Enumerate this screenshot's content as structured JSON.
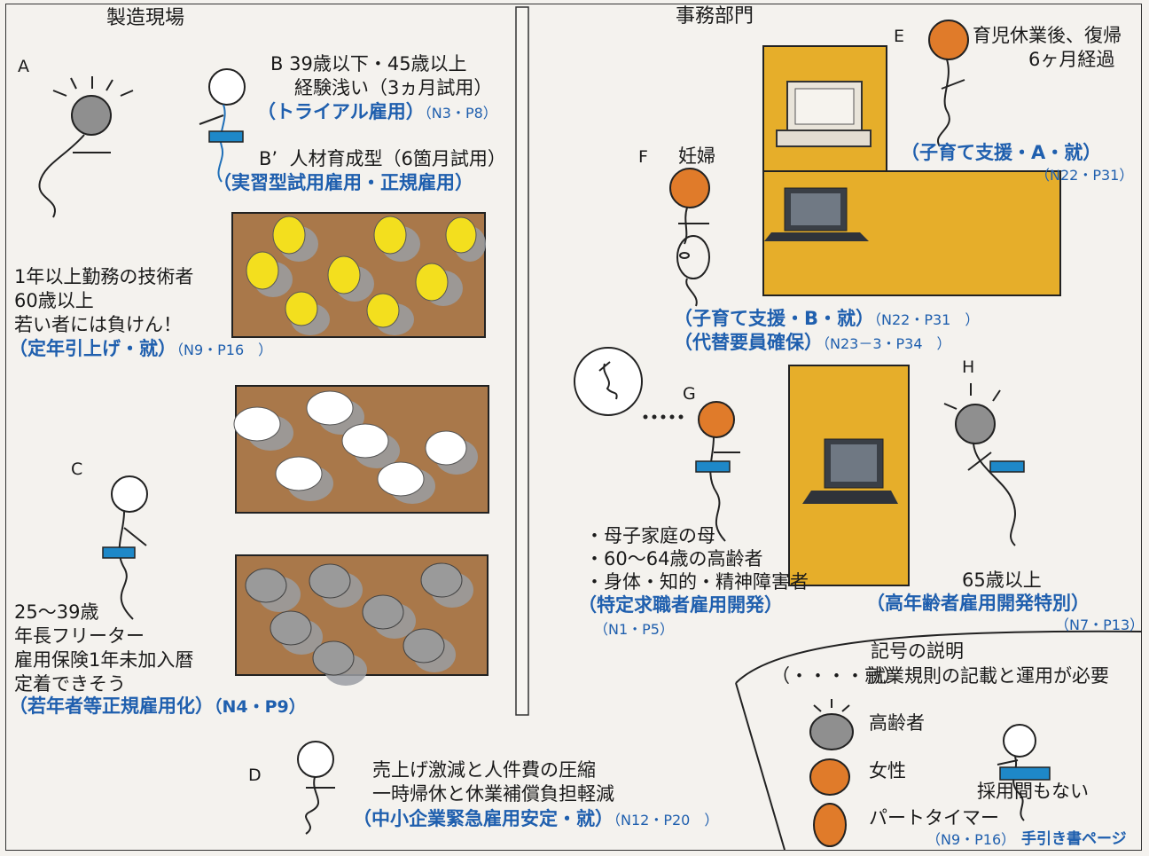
{
  "sections": {
    "factory": "製造現場",
    "office": "事務部門"
  },
  "colors": {
    "elderly": "#8a8a8a",
    "female": "#e07b2a",
    "badge": "#1e88c8",
    "desk": "#e6ae2a",
    "field": "#a9784a",
    "text_blue": "#1f5fae"
  },
  "persons": {
    "A": {
      "letter": "A"
    },
    "B": {
      "letter": "B",
      "line1": "39歳以下・45歳以上",
      "line2": "経験浅い（3ヵ月試用）",
      "program": "（トライアル雇用）",
      "ref": "（N3・P8）"
    },
    "B2": {
      "letter": "B’",
      "line1": "人材育成型（6箇月試用）",
      "program": "（実習型試用雇用・正規雇用）"
    },
    "A_text": {
      "line1": "1年以上勤務の技術者",
      "line2": "60歳以上",
      "line3": "若い者には負けん！",
      "program": "（定年引上げ・就）",
      "ref": "（N9・P16　）"
    },
    "C": {
      "letter": "C",
      "line1": "25～39歳",
      "line2": "年長フリーター",
      "line3": "雇用保険1年未加入暦",
      "line4": "定着できそう",
      "program": "（若年者等正規雇用化）",
      "ref": "（N4・P9）"
    },
    "D": {
      "letter": "D",
      "line1": "売上げ激減と人件費の圧縮",
      "line2": "一時帰休と休業補償負担軽減",
      "program": "（中小企業緊急雇用安定・就）",
      "ref": "（N12・P20　）"
    },
    "E": {
      "letter": "E",
      "line1": "育児休業後、復帰",
      "line2": "6ヶ月経過",
      "program": "（子育て支援・A・就）",
      "ref": "（N22・P31）"
    },
    "F": {
      "letter": "F",
      "label": "妊婦",
      "program1": "（子育て支援・B・就）",
      "ref1": "（N22・P31　）",
      "program2": "（代替要員確保）",
      "ref2": "（N23－3・P34　）"
    },
    "G": {
      "letter": "G",
      "line1": "・母子家庭の母",
      "line2": "・60～64歳の高齢者",
      "line3": "・身体・知的・精神障害者",
      "program": "（特定求職者雇用開発）",
      "ref": "（N1・P5）"
    },
    "H": {
      "letter": "H",
      "line1": "65歳以上",
      "program": "（高年齢者雇用開発特別）",
      "ref": "（N7・P13）"
    }
  },
  "legend": {
    "title": "記号の説明",
    "dots": "（・・・・就）",
    "dots_desc": "就業規則の記載と運用が必要",
    "elderly": "高齢者",
    "female": "女性",
    "parttime": "パートタイマー",
    "new_hire": "採用間もない",
    "ref_example": "（N9・P16）",
    "ref_desc": "手引き書ページ"
  }
}
